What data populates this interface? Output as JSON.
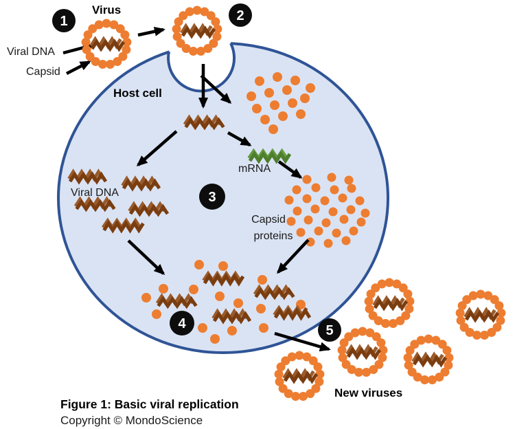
{
  "figure": {
    "title": "Figure 1: Basic viral replication",
    "copyright": "Copyright © MondoScience"
  },
  "labels": {
    "virus": "Virus",
    "viral_dna": "Viral DNA",
    "capsid": "Capsid",
    "host_cell": "Host cell",
    "mrna": "mRNA",
    "viral_dna_copies": "Viral DNA",
    "capsid_proteins_line1": "Capsid",
    "capsid_proteins_line2": "proteins",
    "new_viruses": "New viruses"
  },
  "steps": {
    "s1": "1",
    "s2": "2",
    "s3": "3",
    "s4": "4",
    "s5": "5"
  },
  "colors": {
    "capsid_orange": "#ED7D31",
    "dna_brown_light": "#9A5B2B",
    "dna_brown_dark": "#7A3D10",
    "mrna_green_light": "#649A41",
    "mrna_green_dark": "#4E7E2E",
    "cell_fill": "#DAE3F3",
    "cell_border": "#2F5496",
    "step_badge": "#0D0D0D",
    "arrow": "#000000"
  }
}
